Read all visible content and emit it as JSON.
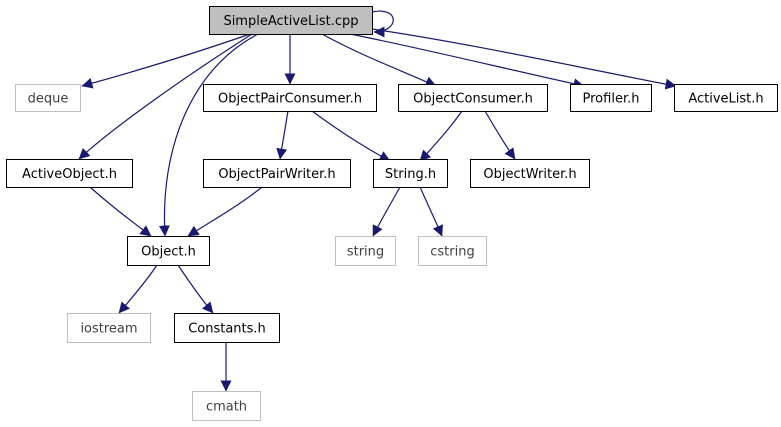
{
  "colors": {
    "edge": "#191970",
    "node_border": "#000000",
    "node_text": "#000000",
    "system_border": "#bfbfbf",
    "system_text": "#3f3f3f",
    "root_fill": "#bfbfbf"
  },
  "nodes": [
    {
      "id": "simpleactivelist_cpp",
      "label": "SimpleActiveList.cpp",
      "kind": "root"
    },
    {
      "id": "deque",
      "label": "deque",
      "kind": "system"
    },
    {
      "id": "objectpairconsumer_h",
      "label": "ObjectPairConsumer.h",
      "kind": "header"
    },
    {
      "id": "objectconsumer_h",
      "label": "ObjectConsumer.h",
      "kind": "header"
    },
    {
      "id": "profiler_h",
      "label": "Profiler.h",
      "kind": "header"
    },
    {
      "id": "activelist_h",
      "label": "ActiveList.h",
      "kind": "header"
    },
    {
      "id": "activeobject_h",
      "label": "ActiveObject.h",
      "kind": "header"
    },
    {
      "id": "objectpairwriter_h",
      "label": "ObjectPairWriter.h",
      "kind": "header"
    },
    {
      "id": "string_h",
      "label": "String.h",
      "kind": "header"
    },
    {
      "id": "objectwriter_h",
      "label": "ObjectWriter.h",
      "kind": "header"
    },
    {
      "id": "object_h",
      "label": "Object.h",
      "kind": "header"
    },
    {
      "id": "string",
      "label": "string",
      "kind": "system"
    },
    {
      "id": "cstring",
      "label": "cstring",
      "kind": "system"
    },
    {
      "id": "iostream",
      "label": "iostream",
      "kind": "system"
    },
    {
      "id": "constants_h",
      "label": "Constants.h",
      "kind": "header"
    },
    {
      "id": "cmath",
      "label": "cmath",
      "kind": "system"
    }
  ],
  "edges": [
    {
      "from": "simpleactivelist_cpp",
      "to": "simpleactivelist_cpp"
    },
    {
      "from": "simpleactivelist_cpp",
      "to": "deque"
    },
    {
      "from": "simpleactivelist_cpp",
      "to": "activeobject_h"
    },
    {
      "from": "simpleactivelist_cpp",
      "to": "object_h"
    },
    {
      "from": "simpleactivelist_cpp",
      "to": "objectpairconsumer_h"
    },
    {
      "from": "simpleactivelist_cpp",
      "to": "objectconsumer_h"
    },
    {
      "from": "simpleactivelist_cpp",
      "to": "profiler_h"
    },
    {
      "from": "simpleactivelist_cpp",
      "to": "activelist_h"
    },
    {
      "from": "objectpairconsumer_h",
      "to": "objectpairwriter_h"
    },
    {
      "from": "objectpairconsumer_h",
      "to": "string_h"
    },
    {
      "from": "objectconsumer_h",
      "to": "string_h"
    },
    {
      "from": "objectconsumer_h",
      "to": "objectwriter_h"
    },
    {
      "from": "activeobject_h",
      "to": "object_h"
    },
    {
      "from": "objectpairwriter_h",
      "to": "object_h"
    },
    {
      "from": "string_h",
      "to": "string"
    },
    {
      "from": "string_h",
      "to": "cstring"
    },
    {
      "from": "object_h",
      "to": "iostream"
    },
    {
      "from": "object_h",
      "to": "constants_h"
    },
    {
      "from": "constants_h",
      "to": "cmath"
    }
  ]
}
